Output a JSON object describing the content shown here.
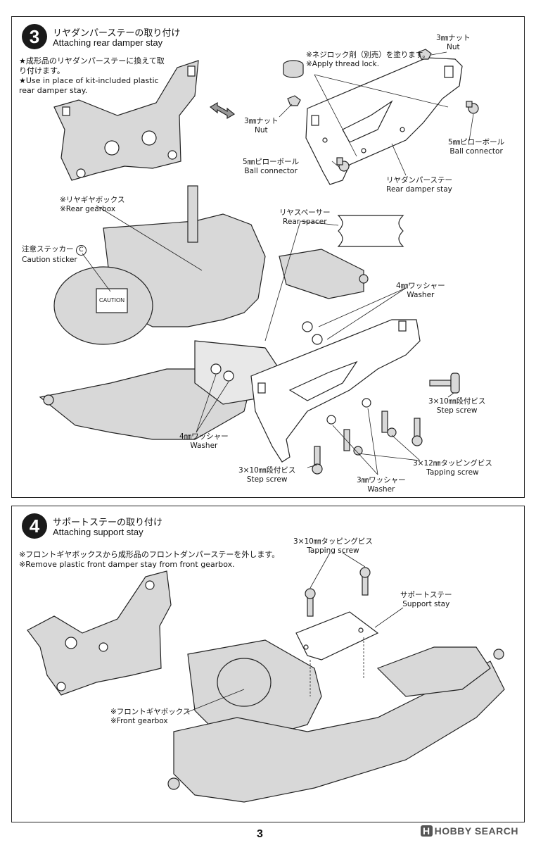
{
  "step3": {
    "number": "3",
    "title_jp": "リヤダンパーステーの取り付け",
    "title_en": "Attaching rear damper stay",
    "note_jp": "★成形品のリヤダンパーステーに換えて取り付けます。",
    "note_en": "★Use in place of kit-included plastic rear damper stay.",
    "labels": {
      "nut_top_jp": "3㎜ナット",
      "nut_top_en": "Nut",
      "thread_lock_jp": "※ネジロック剤（別売）を塗ります。",
      "thread_lock_en": "※Apply thread lock.",
      "nut_left_jp": "3㎜ナット",
      "nut_left_en": "Nut",
      "ball_right_jp": "5㎜ピローボール",
      "ball_right_en": "Ball connector",
      "ball_left_jp": "5㎜ピローボール",
      "ball_left_en": "Ball connector",
      "stay_jp": "リヤダンパーステー",
      "stay_en": "Rear damper stay",
      "rear_gearbox_jp": "※リヤギヤボックス",
      "rear_gearbox_en": "※Rear gearbox",
      "rear_spacer_jp": "リヤスペーサー",
      "rear_spacer_en": "Rear spacer",
      "caution_jp": "注意ステッカー",
      "caution_mark": "C",
      "caution_en": "Caution sticker",
      "caution_sticker_text": "CAUTION",
      "washer4_right_jp": "4㎜ワッシャー",
      "washer4_right_en": "Washer",
      "step_screw_right_jp": "3×10㎜段付ビス",
      "step_screw_right_en": "Step screw",
      "washer4_left_jp": "4㎜ワッシャー",
      "washer4_left_en": "Washer",
      "tapping12_jp": "3×12㎜タッピングビス",
      "tapping12_en": "Tapping screw",
      "step_screw_left_jp": "3×10㎜段付ビス",
      "step_screw_left_en": "Step screw",
      "washer3_jp": "3㎜ワッシャー",
      "washer3_en": "Washer"
    }
  },
  "step4": {
    "number": "4",
    "title_jp": "サポートステーの取り付け",
    "title_en": "Attaching support stay",
    "note_jp": "※フロントギヤボックスから成形品のフロントダンパーステーを外します。",
    "note_en": "※Remove plastic front damper stay from front gearbox.",
    "labels": {
      "tapping10_jp": "3×10㎜タッピングビス",
      "tapping10_en": "Tapping screw",
      "support_jp": "サポートステー",
      "support_en": "Support stay",
      "front_gearbox_jp": "※フロントギヤボックス",
      "front_gearbox_en": "※Front gearbox"
    }
  },
  "page_number": "3",
  "watermark": {
    "badge": "H",
    "text": "HOBBY SEARCH"
  }
}
